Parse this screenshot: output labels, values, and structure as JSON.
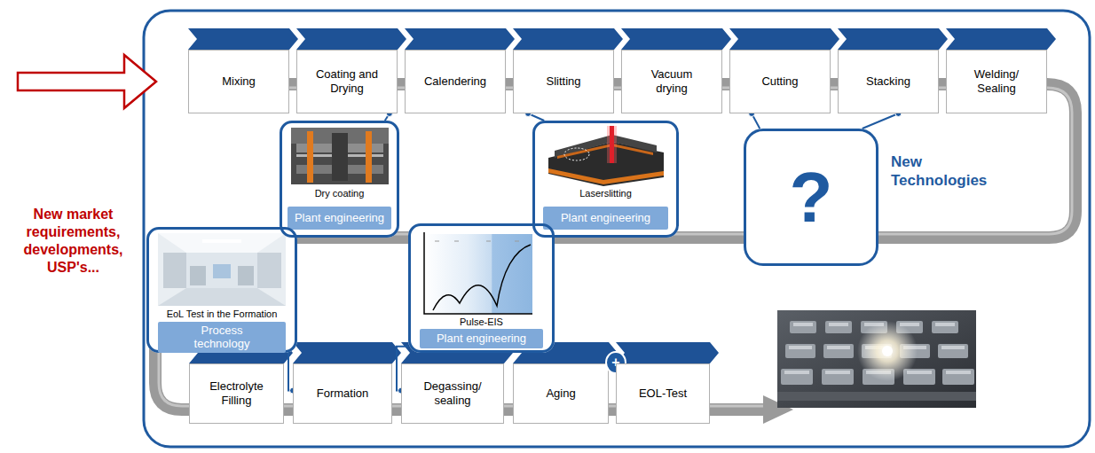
{
  "diagram": {
    "nodes": [
      {
        "text": [
          "Mixing"
        ]
      },
      {
        "text": [
          "Coating and Drying"
        ]
      },
      {
        "text": [
          "Calendering"
        ]
      },
      {
        "text": [
          "Slitting"
        ]
      },
      {
        "text": [
          "Vacuum drying"
        ]
      },
      {
        "text": [
          "Cutting"
        ]
      },
      {
        "text": [
          "Stacking"
        ]
      },
      {
        "text": [
          "Welding/ Sealing"
        ]
      },
      {
        "text": [
          "Dry coating"
        ]
      },
      {
        "text": [
          "Plant engineering"
        ],
        "in": 8
      },
      {
        "text": [
          "Laserslitting"
        ]
      },
      {
        "text": [
          "Plant engineering"
        ],
        "in": 10
      },
      {
        "text": [
          "?"
        ]
      },
      {
        "text": [
          "EoL Test in the Formation"
        ]
      },
      {
        "text": [
          "Process technology"
        ],
        "in": 13
      },
      {
        "text": [
          "Pulse-EIS"
        ]
      },
      {
        "text": [
          "Plant engineering"
        ],
        "in": 15
      },
      {
        "text": [
          "Electrolyte Filling"
        ]
      },
      {
        "text": [
          "Formation"
        ]
      },
      {
        "text": [
          "Degassing/ sealing"
        ]
      },
      {
        "text": [
          "Aging"
        ]
      },
      {
        "text": [
          "+"
        ]
      },
      {
        "text": [
          "EOL-Test"
        ]
      }
    ],
    "edges": [
      {
        "from": 8,
        "to": 1,
        "arrow": "none"
      },
      {
        "from": 10,
        "to": 3,
        "arrow": "none"
      },
      {
        "from": 12,
        "to": 5,
        "arrow": "none"
      },
      {
        "from": 12,
        "to": 6,
        "arrow": "none"
      },
      {
        "from": 13,
        "to": 18,
        "arrow": "none"
      },
      {
        "from": 15,
        "to": 19,
        "arrow": "none"
      }
    ],
    "labels": [
      "New market requirements, developments, USP's...",
      "New Technologies"
    ]
  }
}
